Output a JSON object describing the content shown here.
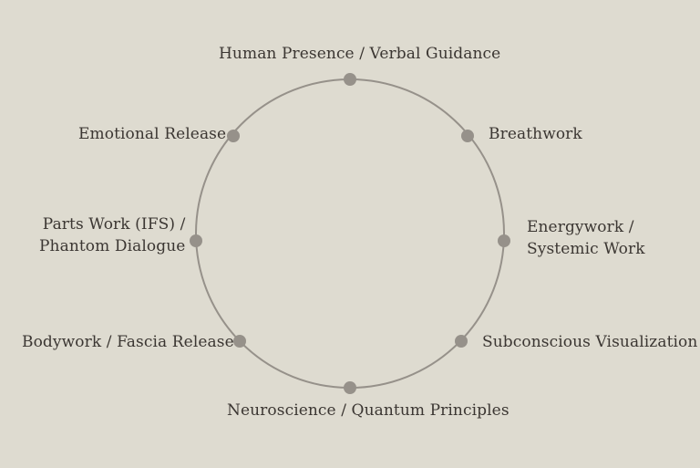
{
  "diagram": {
    "colors": {
      "background": "#dedbd0",
      "ring": "#96918a",
      "node": "#96918a",
      "text": "#3b3632"
    },
    "nodes": [
      {
        "id": "human-presence",
        "lines": [
          "Human Presence / Verbal Guidance"
        ]
      },
      {
        "id": "breathwork",
        "lines": [
          "Breathwork"
        ]
      },
      {
        "id": "energywork",
        "lines": [
          "Energywork /",
          "Systemic Work"
        ]
      },
      {
        "id": "subconscious-visualization",
        "lines": [
          "Subconscious Visualization"
        ]
      },
      {
        "id": "neuroscience",
        "lines": [
          "Neuroscience / Quantum Principles"
        ]
      },
      {
        "id": "bodywork",
        "lines": [
          "Bodywork / Fascia Release"
        ]
      },
      {
        "id": "parts-work",
        "lines": [
          "Parts Work (IFS) /",
          "Phantom Dialogue"
        ]
      },
      {
        "id": "emotional-release",
        "lines": [
          "Emotional Release"
        ]
      }
    ]
  }
}
